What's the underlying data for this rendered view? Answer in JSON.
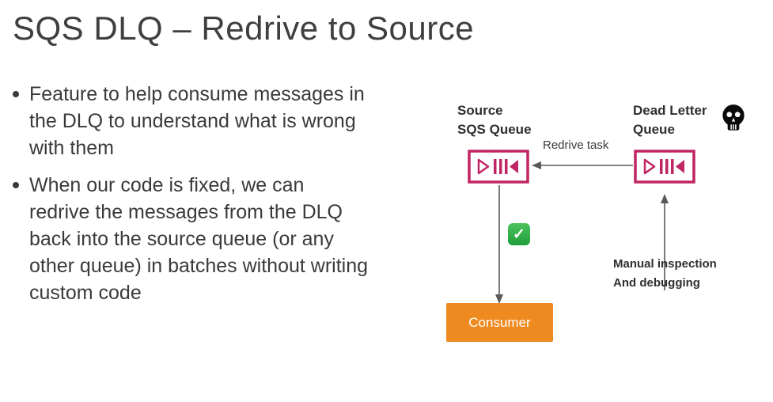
{
  "slide": {
    "title": "SQS DLQ – Redrive to Source",
    "bullets": [
      "Feature to help consume messages in the DLQ to understand what is wrong with them",
      "When our code is fixed, we can redrive the messages from the DLQ back into the source queue (or any other queue) in batches without writing custom code"
    ]
  },
  "diagram": {
    "source_queue_label": "Source\nSQS Queue",
    "dlq_label": "Dead Letter\nQueue",
    "redrive_arrow_label": "Redrive task",
    "manual_label": "Manual inspection\nAnd debugging",
    "consumer_label": "Consumer",
    "check_glyph": "✓",
    "colors": {
      "queue": "#c02564",
      "consumer_bg": "#ee8a1f",
      "check_green": "#1f9e3a",
      "arrow": "#595959",
      "text": "#3a3a3a"
    }
  }
}
